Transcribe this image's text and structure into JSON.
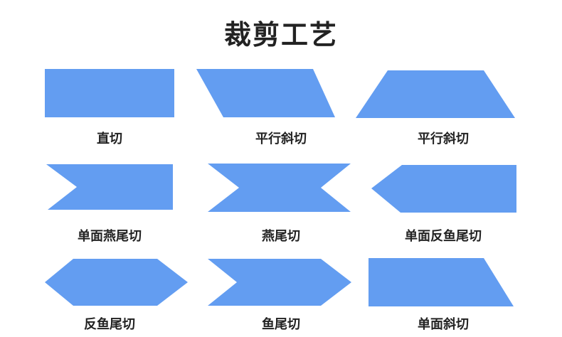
{
  "title": "裁剪工艺",
  "shape_color": "#639DF1",
  "items": [
    {
      "label": "直切",
      "shape": "rectangle"
    },
    {
      "label": "平行斜切",
      "shape": "parallelogram"
    },
    {
      "label": "平行斜切",
      "shape": "trapezoid"
    },
    {
      "label": "单面燕尾切",
      "shape": "single-swallowtail-left"
    },
    {
      "label": "燕尾切",
      "shape": "double-swallowtail"
    },
    {
      "label": "单面反鱼尾切",
      "shape": "single-reverse-fishtail"
    },
    {
      "label": "反鱼尾切",
      "shape": "reverse-fishtail"
    },
    {
      "label": "鱼尾切",
      "shape": "fishtail"
    },
    {
      "label": "单面斜切",
      "shape": "single-side-bevel"
    }
  ]
}
